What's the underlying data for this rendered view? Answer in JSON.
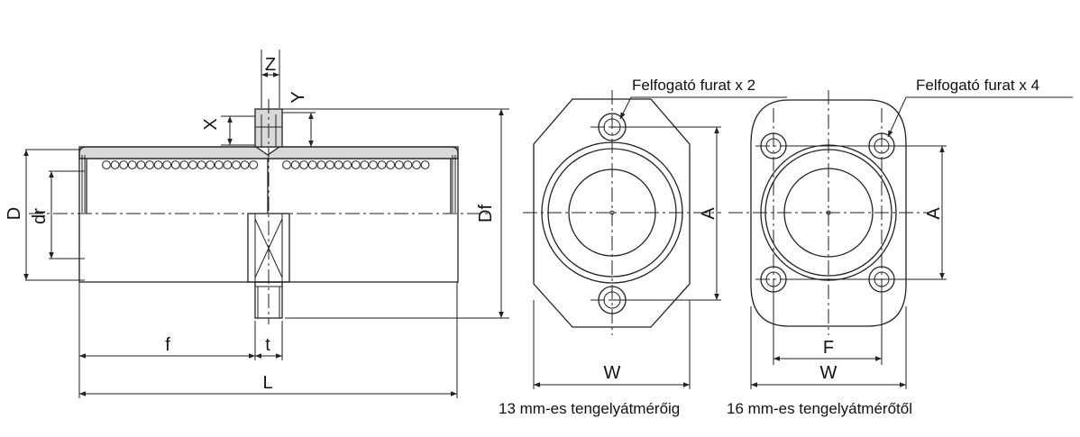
{
  "side_view": {
    "labels": {
      "Z": "Z",
      "Y": "Y",
      "X": "X",
      "D": "D",
      "dr": "dr",
      "Df": "Df",
      "f": "f",
      "t": "t",
      "L": "L"
    }
  },
  "front_small": {
    "hole_label": "Felfogató furat x 2",
    "A": "A",
    "W": "W",
    "caption": "13 mm-es tengelyátmérőig"
  },
  "front_large": {
    "hole_label": "Felfogató furat x 4",
    "A": "A",
    "F": "F",
    "W": "W",
    "caption": "16 mm-es tengelyátmérőtől"
  }
}
